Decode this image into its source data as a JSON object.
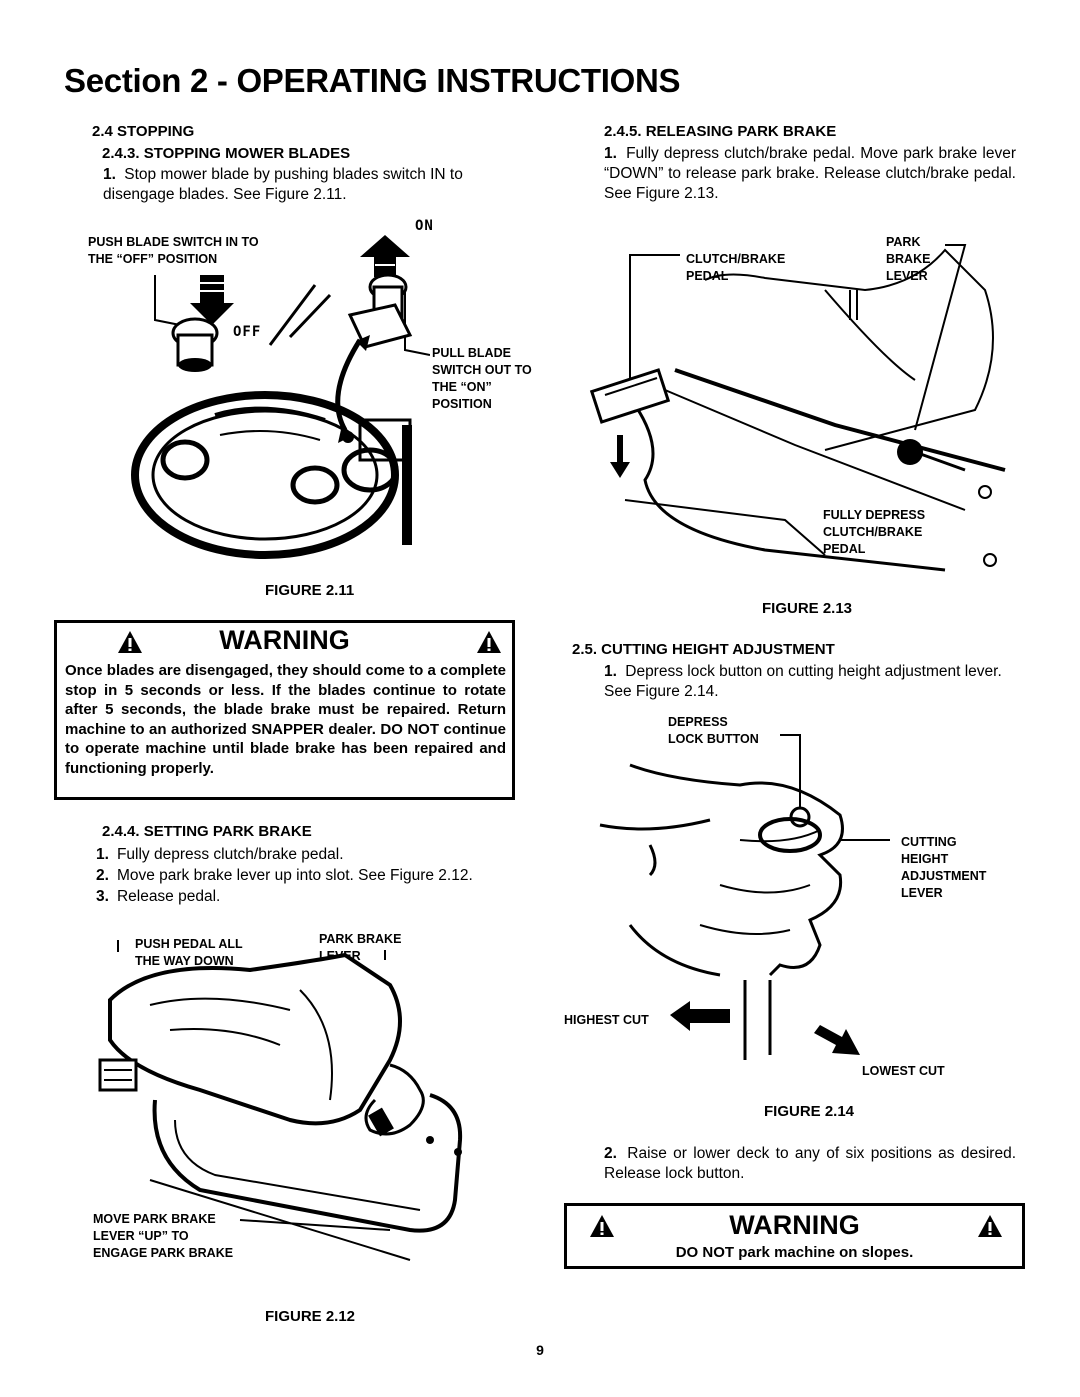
{
  "section_title": "Section 2 - OPERATING INSTRUCTIONS",
  "left": {
    "stopping_heading": "2.4 STOPPING",
    "blades_heading": "2.4.3.   STOPPING MOWER BLADES",
    "blades_num": "1.",
    "blades_text": "Stop mower blade by pushing blades switch IN to disengage blades. See Figure 2.11.",
    "fig211": {
      "label_on": "ON",
      "label_off": "OFF",
      "label_push_1": "PUSH BLADE SWITCH IN TO",
      "label_push_2": "THE “OFF” POSITION",
      "label_pull_1": "PULL BLADE",
      "label_pull_2": "SWITCH OUT TO",
      "label_pull_3": "THE “ON”",
      "label_pull_4": "POSITION",
      "caption": "FIGURE 2.11"
    },
    "warning": {
      "title": "WARNING",
      "text": "Once blades are disengaged, they should come to a complete stop in 5 seconds or less.  If the blades continue to rotate after 5 seconds, the blade brake must be repaired. Return machine to an authorized SNAPPER dealer. DO NOT continue to operate machine until blade brake has been repaired and functioning properly."
    },
    "park_heading": "2.4.4.   SETTING PARK BRAKE",
    "park_steps": [
      {
        "num": "1.",
        "text": "Fully depress clutch/brake pedal."
      },
      {
        "num": "2.",
        "text": "Move park brake lever up into slot. See Figure 2.12."
      },
      {
        "num": "3.",
        "text": "Release pedal."
      }
    ],
    "fig212": {
      "label_push_1": "PUSH PEDAL ALL",
      "label_push_2": "THE WAY DOWN",
      "label_lever_1": "PARK BRAKE",
      "label_lever_2": "LEVER",
      "label_move_1": "MOVE PARK BRAKE",
      "label_move_2": "LEVER “UP” TO",
      "label_move_3": "ENGAGE PARK BRAKE",
      "caption": "FIGURE 2.12"
    }
  },
  "right": {
    "release_heading": "2.4.5.   RELEASING PARK BRAKE",
    "release_num": "1.",
    "release_text": "Fully depress clutch/brake pedal. Move park brake lever “DOWN” to release park brake. Release clutch/brake pedal. See Figure 2.13.",
    "fig213": {
      "label_pedal_1": "CLUTCH/BRAKE",
      "label_pedal_2": "PEDAL",
      "label_park_1": "PARK",
      "label_park_2": "BRAKE",
      "label_park_3": "LEVER",
      "label_depress_1": "FULLY DEPRESS",
      "label_depress_2": "CLUTCH/BRAKE",
      "label_depress_3": "PEDAL",
      "caption": "FIGURE 2.13"
    },
    "cutting_heading": "2.5. CUTTING HEIGHT ADJUSTMENT",
    "cutting_num": "1.",
    "cutting_text": "Depress lock button on cutting height adjustment lever. See Figure 2.14.",
    "fig214": {
      "label_lock_1": "DEPRESS",
      "label_lock_2": "LOCK BUTTON",
      "label_lever_1": "CUTTING",
      "label_lever_2": "HEIGHT",
      "label_lever_3": "ADJUSTMENT",
      "label_lever_4": "LEVER",
      "label_highest": "HIGHEST CUT",
      "label_lowest": "LOWEST CUT",
      "caption": "FIGURE 2.14"
    },
    "step2_num": "2.",
    "step2_text": "Raise or lower deck to any of six positions as desired. Release lock button.",
    "warning": {
      "title": "WARNING",
      "text": "DO NOT park machine on slopes."
    }
  },
  "page_number": "9"
}
